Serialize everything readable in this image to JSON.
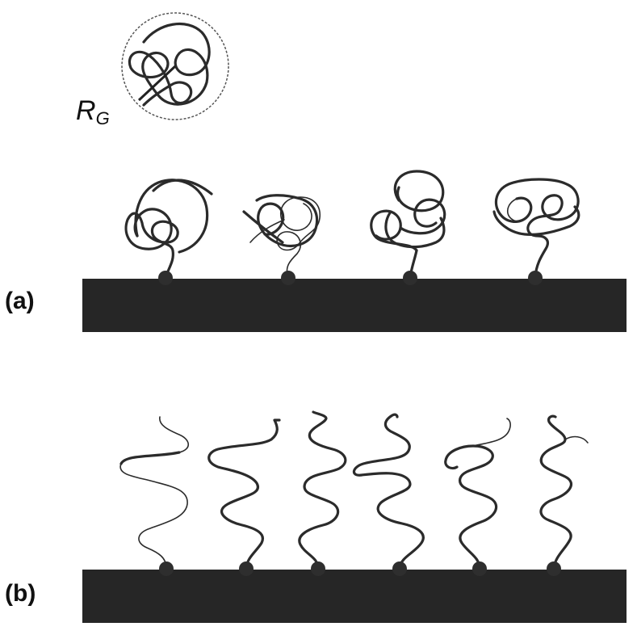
{
  "legend": {
    "symbol": "R",
    "subscript": "G"
  },
  "panels": [
    {
      "label": "(a)",
      "letter": "a",
      "regime": "mushroom"
    },
    {
      "label": "(b)",
      "letter": "b",
      "regime": "brush"
    }
  ],
  "colors": {
    "substrate": "#262626",
    "chain": "#2b2b2b",
    "anchor": "#2e2e2e"
  }
}
